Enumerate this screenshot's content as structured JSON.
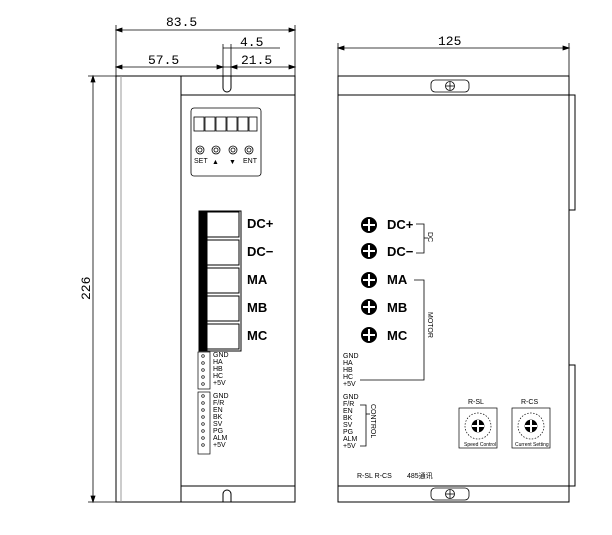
{
  "dimensions": {
    "total_width": "83.5",
    "slot_width": "4.5",
    "left_offset": "57.5",
    "right_offset": "21.5",
    "height": "226",
    "side_width": "125"
  },
  "front_panel": {
    "display_buttons": [
      "SET",
      "▲",
      "▼",
      "ENT"
    ],
    "power_terminals": [
      "DC+",
      "DC−",
      "MA",
      "MB",
      "MC"
    ],
    "hall_pins": [
      "GND",
      "HA",
      "HB",
      "HC",
      "+5V"
    ],
    "control_pins": [
      "GND",
      "F/R",
      "EN",
      "BK",
      "SV",
      "PG",
      "ALM",
      "+5V"
    ]
  },
  "side_panel": {
    "terminals": [
      "DC+",
      "DC−",
      "MA",
      "MB",
      "MC"
    ],
    "group_dc": "DC",
    "group_motor": "MOTOR",
    "hall_pins": [
      "GND",
      "HA",
      "HB",
      "HC",
      "+5V"
    ],
    "control_pins": [
      "GND",
      "F/R",
      "EN",
      "BK",
      "SV",
      "PG",
      "ALM",
      "+5V"
    ],
    "group_control": "CONTROL",
    "pot_rsl": "R-SL",
    "pot_rcs": "R-CS",
    "pot_rsl_caption": "Speed Control",
    "pot_rcs_caption": "Current Setting",
    "bottom_text": "R-SL R-CS",
    "bottom_text2": "485通讯"
  }
}
